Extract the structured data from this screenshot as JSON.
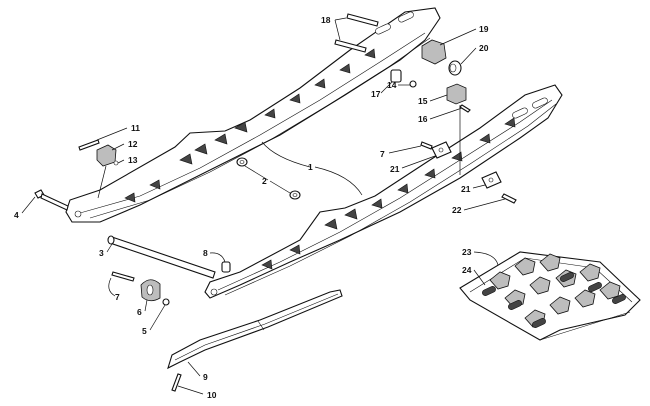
{
  "callouts": [
    {
      "id": "1",
      "label": "1"
    },
    {
      "id": "2",
      "label": "2"
    },
    {
      "id": "3",
      "label": "3"
    },
    {
      "id": "4",
      "label": "4"
    },
    {
      "id": "5",
      "label": "5"
    },
    {
      "id": "6",
      "label": "6"
    },
    {
      "id": "7a",
      "label": "7"
    },
    {
      "id": "7b",
      "label": "7"
    },
    {
      "id": "8",
      "label": "8"
    },
    {
      "id": "9",
      "label": "9"
    },
    {
      "id": "10",
      "label": "10"
    },
    {
      "id": "11",
      "label": "11"
    },
    {
      "id": "12",
      "label": "12"
    },
    {
      "id": "13",
      "label": "13"
    },
    {
      "id": "14",
      "label": "14"
    },
    {
      "id": "15",
      "label": "15"
    },
    {
      "id": "16",
      "label": "16"
    },
    {
      "id": "17",
      "label": "17"
    },
    {
      "id": "18",
      "label": "18"
    },
    {
      "id": "19",
      "label": "19"
    },
    {
      "id": "20",
      "label": "20"
    },
    {
      "id": "21a",
      "label": "21"
    },
    {
      "id": "21b",
      "label": "21"
    },
    {
      "id": "22",
      "label": "22"
    },
    {
      "id": "23",
      "label": "23"
    },
    {
      "id": "24",
      "label": "24"
    }
  ]
}
